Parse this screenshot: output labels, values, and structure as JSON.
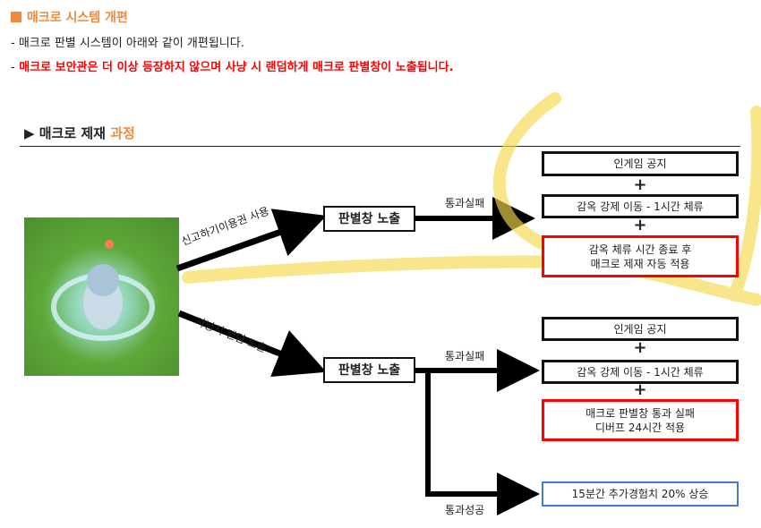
{
  "header": {
    "title": "매크로 시스템 개편",
    "line1": "- 매크로 판별 시스템이 아래와 같이 개편됩니다.",
    "line2_dash": "-",
    "line2": "매크로 보안관은 더 이상 등장하지 않으며 사냥 시 랜덤하게 매크로 판별창이 노출됩니다."
  },
  "section": {
    "title_black": "▶ 매크로 제재 ",
    "title_orange": "과정"
  },
  "flow": {
    "branch_top_label": "신고하기이용권 사용",
    "branch_bottom_label": "사냥시 랜덤 노출",
    "judge_top": "판별창 노출",
    "judge_bottom": "판별창 노출",
    "fail_top": "통과실패",
    "fail_bottom": "통과실패",
    "success_bottom": "통과성공",
    "plus": "+",
    "top_results": [
      "인게임 공지",
      "감옥 강제 이동  - 1시간 체류",
      "감옥 체류 시간 종료 후\n매크로 제재 자동 적용"
    ],
    "bottom_results": [
      "인게임 공지",
      "감옥 강제 이동  - 1시간 체류",
      "매크로 판별창 통과 실패\n디버프 24시간 적용"
    ],
    "success_result": "15분간 추가경험치 20% 상승"
  },
  "colors": {
    "accent": "#f08a3c",
    "warning": "#ff0000",
    "highlight": "#f7d94c",
    "success": "#4a78c8"
  }
}
